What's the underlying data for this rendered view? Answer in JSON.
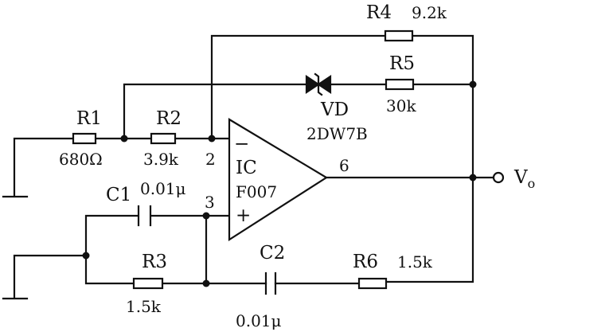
{
  "components": {
    "r1": {
      "name": "R1",
      "value": "680Ω"
    },
    "r2": {
      "name": "R2",
      "value": "3.9k"
    },
    "r3": {
      "name": "R3",
      "value": "1.5k"
    },
    "r4": {
      "name": "R4",
      "value": "9.2k"
    },
    "r5": {
      "name": "R5",
      "value": "30k"
    },
    "r6": {
      "name": "R6",
      "value": "1.5k"
    },
    "c1": {
      "name": "C1",
      "value": "0.01μ"
    },
    "c2": {
      "name": "C2",
      "value": "0.01μ"
    },
    "vd": {
      "name": "VD",
      "value": "2DW7B"
    },
    "ic": {
      "name": "IC",
      "model": "F007",
      "minus": "−",
      "plus": "+"
    }
  },
  "pins": {
    "inverting": "2",
    "noninverting": "3",
    "output": "6"
  },
  "output": {
    "label": "V",
    "subscript": "o"
  }
}
